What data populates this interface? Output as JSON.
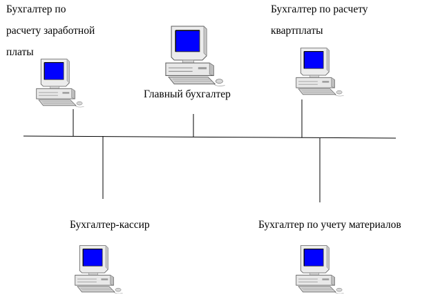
{
  "diagram": {
    "bus": {
      "label": ""
    },
    "nodes": [
      {
        "id": "payroll",
        "label_lines": [
          "Бухгалтер по",
          "расчету заработной",
          "платы"
        ],
        "computer": "computer-icon"
      },
      {
        "id": "chief",
        "label_lines": [
          "Главный бухгалтер"
        ],
        "computer": "computer-icon"
      },
      {
        "id": "rent",
        "label_lines": [
          "Бухгалтер по расчету",
          "квартплаты"
        ],
        "computer": "computer-icon"
      },
      {
        "id": "cashier",
        "label_lines": [
          "Бухгалтер-кассир"
        ],
        "computer": "computer-icon"
      },
      {
        "id": "materials",
        "label_lines": [
          "Бухгалтер по учету материалов"
        ],
        "computer": "computer-icon"
      }
    ],
    "colors": {
      "screen": "#0000ff",
      "case": "#e6e6e6",
      "shadow": "#9a9a9a",
      "line": "#000000"
    }
  }
}
